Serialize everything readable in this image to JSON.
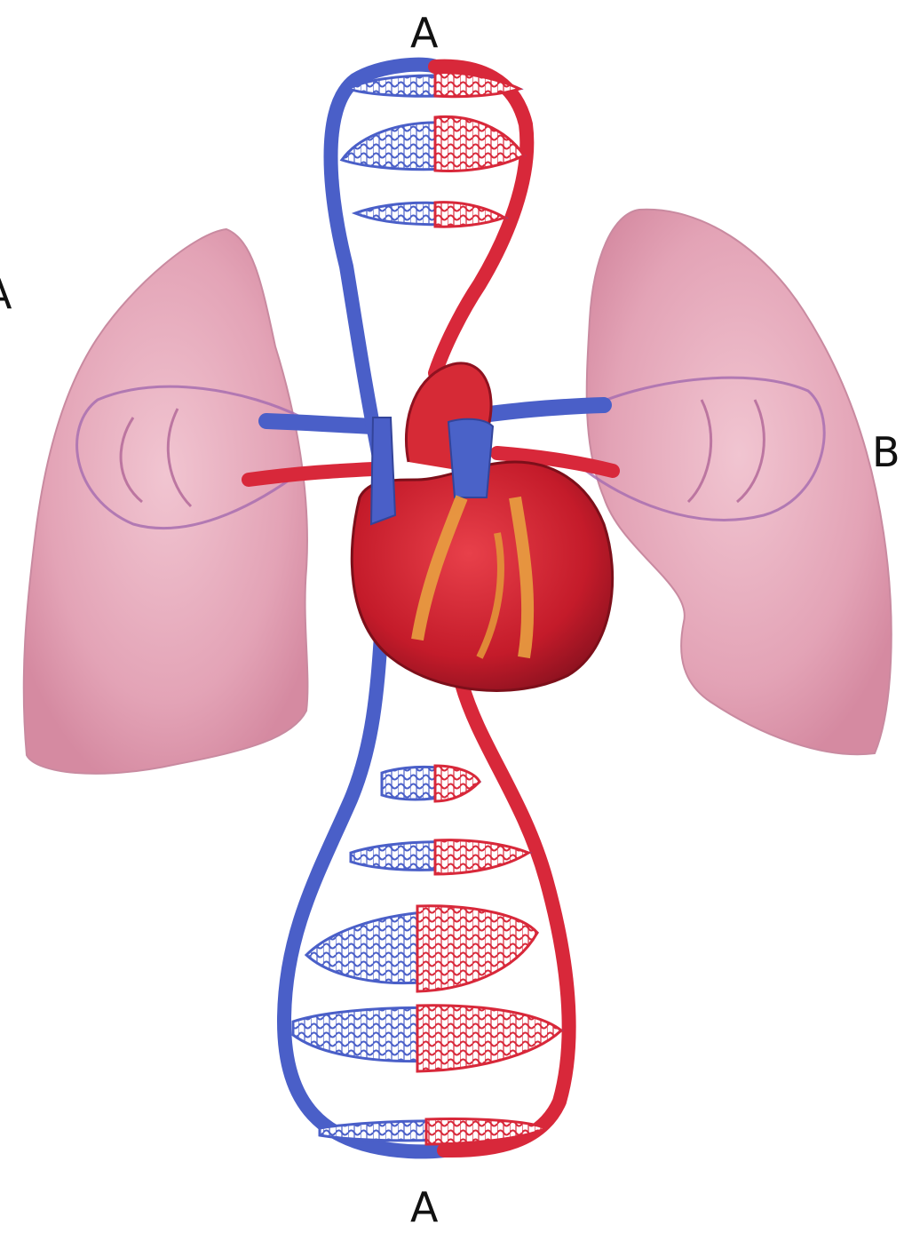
{
  "labels": {
    "top": "A",
    "bottom": "A",
    "left": "A",
    "right": "B"
  },
  "colors": {
    "vein": "#4a5fc8",
    "artery": "#d8283a",
    "lung": "#e7a9bb",
    "heart": "#c81e2c",
    "coronary_vessel": "#e8a040"
  }
}
